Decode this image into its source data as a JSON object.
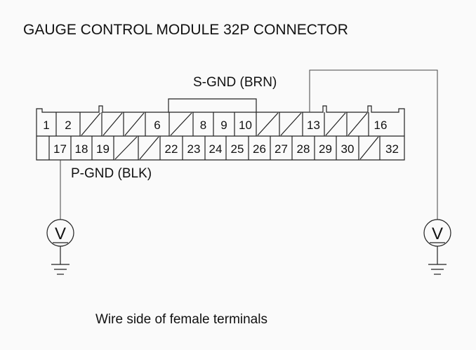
{
  "title": "GAUGE CONTROL MODULE 32P CONNECTOR",
  "footer": "Wire side of female terminals",
  "connector": {
    "top_row": [
      {
        "label": "1",
        "slash": false
      },
      {
        "label": "2",
        "slash": false
      },
      {
        "label": "",
        "slash": true
      },
      {
        "label": "",
        "slash": true
      },
      {
        "label": "",
        "slash": true
      },
      {
        "label": "6",
        "slash": false
      },
      {
        "label": "",
        "slash": true
      },
      {
        "label": "8",
        "slash": false
      },
      {
        "label": "9",
        "slash": false
      },
      {
        "label": "10",
        "slash": false
      },
      {
        "label": "",
        "slash": true
      },
      {
        "label": "",
        "slash": true
      },
      {
        "label": "13",
        "slash": false
      },
      {
        "label": "",
        "slash": true
      },
      {
        "label": "",
        "slash": true
      },
      {
        "label": "16",
        "slash": false
      }
    ],
    "bottom_row": [
      {
        "label": "",
        "slash": false
      },
      {
        "label": "17",
        "slash": false
      },
      {
        "label": "18",
        "slash": false
      },
      {
        "label": "19",
        "slash": false
      },
      {
        "label": "",
        "slash": true
      },
      {
        "label": "",
        "slash": true
      },
      {
        "label": "22",
        "slash": false
      },
      {
        "label": "23",
        "slash": false
      },
      {
        "label": "24",
        "slash": false
      },
      {
        "label": "25",
        "slash": false
      },
      {
        "label": "26",
        "slash": false
      },
      {
        "label": "27",
        "slash": false
      },
      {
        "label": "28",
        "slash": false
      },
      {
        "label": "29",
        "slash": false
      },
      {
        "label": "30",
        "slash": false
      },
      {
        "label": "",
        "slash": true
      },
      {
        "label": "32",
        "slash": false
      }
    ]
  },
  "labels": {
    "s_gnd": "S-GND (BRN)",
    "p_gnd": "P-GND (BLK)"
  },
  "meters": {
    "left_symbol": "V",
    "right_symbol": "V"
  }
}
